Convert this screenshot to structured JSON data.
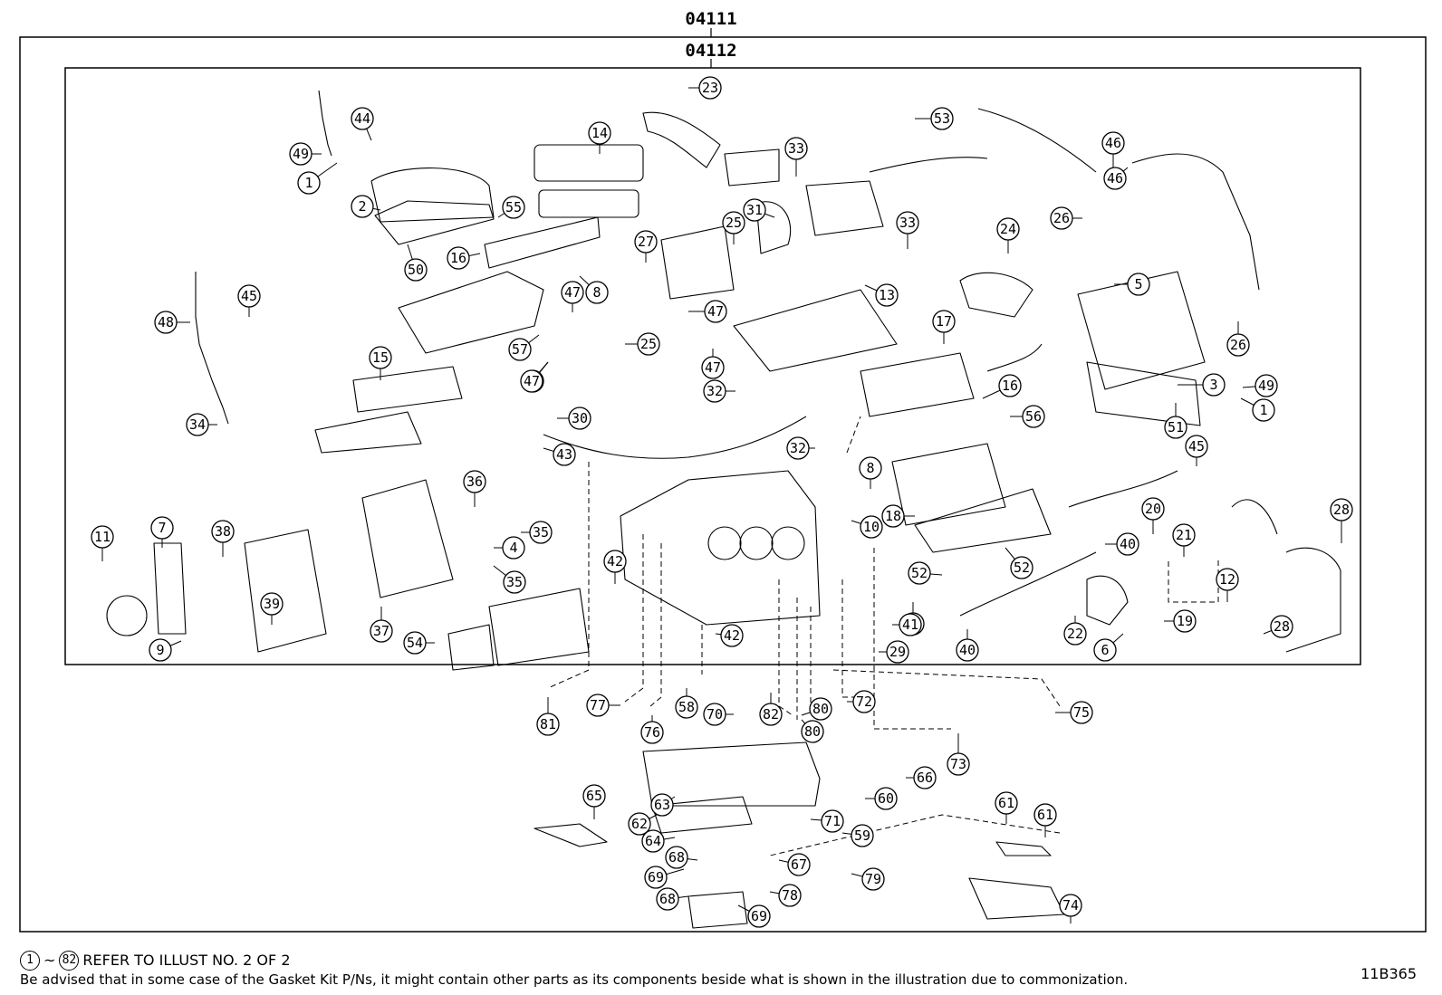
{
  "header": {
    "outer_code": "04111",
    "inner_code": "04112"
  },
  "footer": {
    "ref_range_start": "1",
    "ref_separator": "~",
    "ref_range_end": "82",
    "ref_text": "REFER TO ILLUST NO. 2 OF 2",
    "note": "Be advised that in some case of the Gasket Kit P/Ns,  it might contain other parts as its components beside what is shown in the illustration due to commonization.",
    "illustration_id": "11B365"
  },
  "callouts": [
    "1",
    "2",
    "3",
    "4",
    "5",
    "6",
    "7",
    "8",
    "9",
    "10",
    "11",
    "12",
    "13",
    "14",
    "15",
    "16",
    "17",
    "18",
    "19",
    "20",
    "21",
    "22",
    "23",
    "24",
    "25",
    "26",
    "27",
    "28",
    "29",
    "30",
    "31",
    "32",
    "33",
    "34",
    "35",
    "36",
    "37",
    "38",
    "39",
    "40",
    "41",
    "42",
    "43",
    "44",
    "45",
    "46",
    "47",
    "48",
    "49",
    "50",
    "51",
    "52",
    "53",
    "54",
    "55",
    "56",
    "57",
    "58",
    "59",
    "60",
    "61",
    "62",
    "63",
    "64",
    "65",
    "66",
    "67",
    "68",
    "69",
    "70",
    "71",
    "72",
    "73",
    "74",
    "75",
    "76",
    "77",
    "78",
    "79",
    "80",
    "81",
    "82"
  ]
}
